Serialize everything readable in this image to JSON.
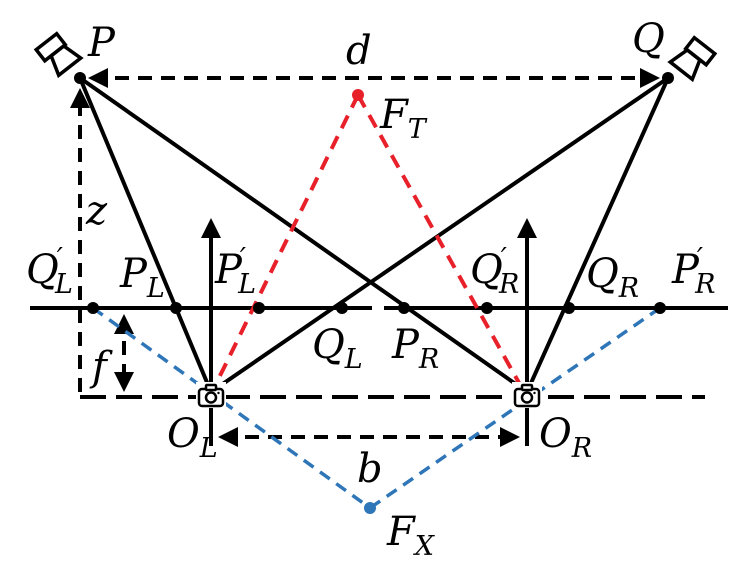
{
  "labels": {
    "P": "P",
    "Q": "Q",
    "d": "d",
    "F_T": {
      "main": "F",
      "sub": "T"
    },
    "z": "z",
    "f": "f",
    "b": "b",
    "Q_L_prime": {
      "main": "Q",
      "sub": "L",
      "sup": "′"
    },
    "P_L": {
      "main": "P",
      "sub": "L"
    },
    "P_L_prime": {
      "main": "P",
      "sub": "L",
      "sup": "′"
    },
    "Q_L": {
      "main": "Q",
      "sub": "L"
    },
    "P_R": {
      "main": "P",
      "sub": "R"
    },
    "Q_R_prime": {
      "main": "Q",
      "sub": "R",
      "sup": "′"
    },
    "Q_R": {
      "main": "Q",
      "sub": "R"
    },
    "P_R_prime": {
      "main": "P",
      "sub": "R",
      "sup": "′"
    },
    "O_L": {
      "main": "O",
      "sub": "L"
    },
    "O_R": {
      "main": "O",
      "sub": "R"
    },
    "F_X": {
      "main": "F",
      "sub": "X"
    }
  },
  "icons": {
    "light_left": "spotlight-icon",
    "light_right": "spotlight-icon",
    "camera_left": "camera-icon",
    "camera_right": "camera-icon"
  },
  "colors": {
    "line": "#000000",
    "red_dash": "#e8202a",
    "red_point": "#e8202a",
    "blue_dash": "#2e76b8",
    "blue_point": "#2e76b8"
  }
}
